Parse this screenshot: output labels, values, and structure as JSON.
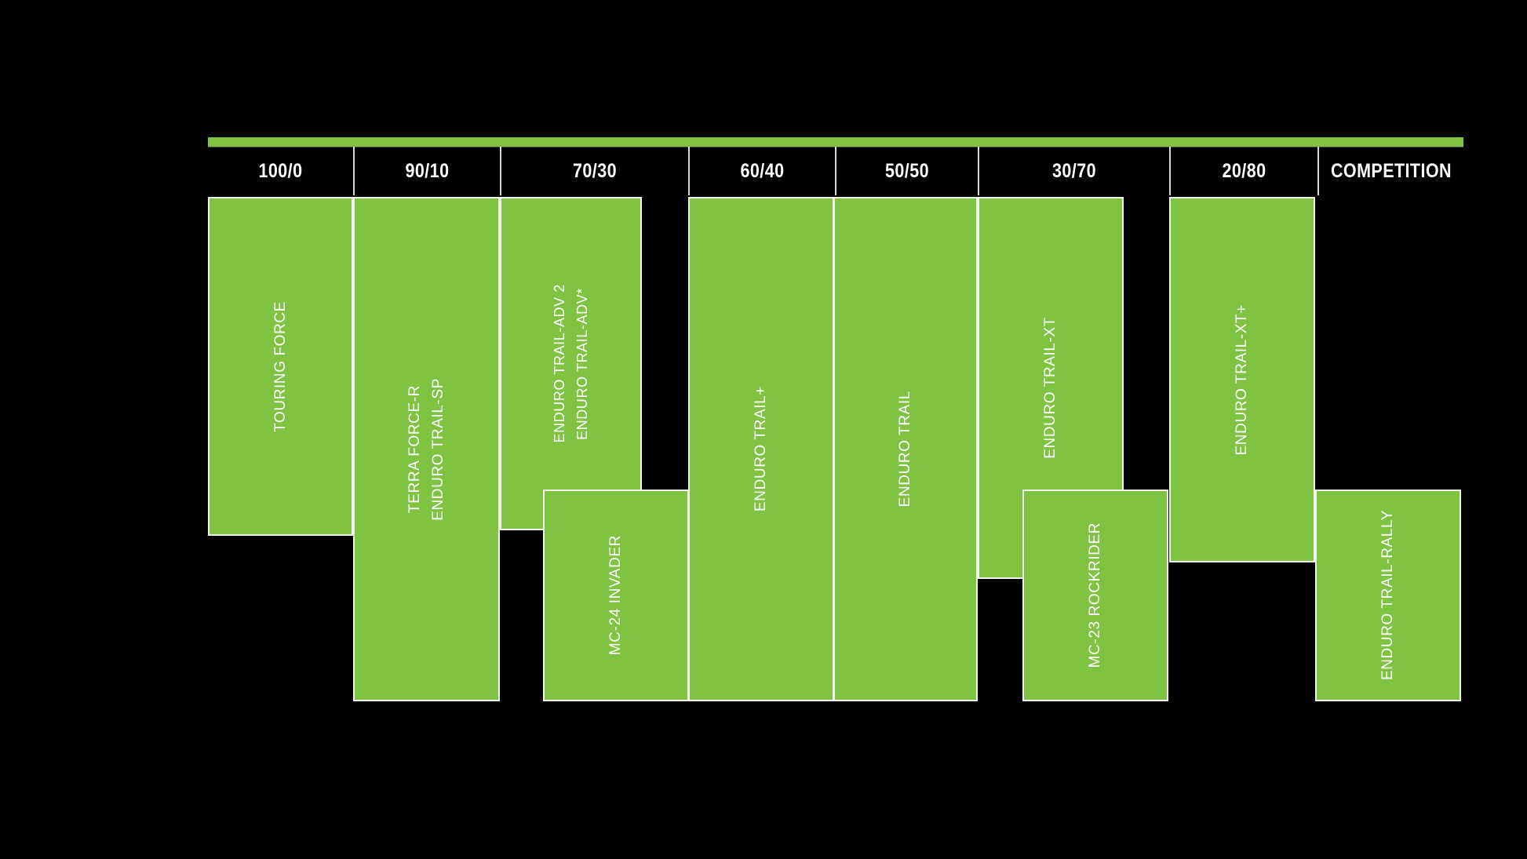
{
  "chart_data": {
    "type": "bar",
    "title": "",
    "xlabel": "",
    "ylabel": "",
    "grid": false,
    "legend_position": "none",
    "accent_color": "#80c342",
    "background_color": "#000000",
    "border_color": "#f4f4ee",
    "header_text_color": "#ffffff",
    "categories": [
      "100/0",
      "90/10",
      "70/30",
      "60/40",
      "50/50",
      "30/70",
      "20/80",
      "COMPETITION"
    ],
    "note": "On/off-road usage ratio columns; each green block is a tyre model, block height indicates coverage span",
    "columns": [
      {
        "header": "100/0",
        "blocks": [
          {
            "labels": [
              "TOURING FORCE"
            ],
            "span_start": 0.0,
            "span_end": 0.68
          }
        ]
      },
      {
        "header": "90/10",
        "blocks": [
          {
            "labels": [
              "TERRA FORCE-R",
              "ENDURO TRAIL-SP"
            ],
            "span_start": 0.0,
            "span_end": 1.0
          }
        ]
      },
      {
        "header": "70/30",
        "blocks": [
          {
            "labels": [
              "ENDURO TRAIL-ADV 2",
              "ENDURO TRAIL-ADV*"
            ],
            "span_start": 0.0,
            "span_end": 0.67
          },
          {
            "labels": [
              "MC-24 INVADER"
            ],
            "span_start": 0.58,
            "span_end": 1.0
          }
        ]
      },
      {
        "header": "60/40",
        "blocks": [
          {
            "labels": [
              "ENDURO TRAIL+"
            ],
            "span_start": 0.0,
            "span_end": 1.0
          }
        ]
      },
      {
        "header": "50/50",
        "blocks": [
          {
            "labels": [
              "ENDURO TRAIL"
            ],
            "span_start": 0.0,
            "span_end": 1.0
          }
        ]
      },
      {
        "header": "30/70",
        "blocks": [
          {
            "labels": [
              "ENDURO TRAIL-XT"
            ],
            "span_start": 0.0,
            "span_end": 0.76
          },
          {
            "labels": [
              "MC-23 ROCKRIDER"
            ],
            "span_start": 0.58,
            "span_end": 1.0
          }
        ]
      },
      {
        "header": "20/80",
        "blocks": [
          {
            "labels": [
              "ENDURO TRAIL-XT+"
            ],
            "span_start": 0.0,
            "span_end": 0.73
          }
        ]
      },
      {
        "header": "COMPETITION",
        "blocks": [
          {
            "labels": [
              "ENDURO TRAIL-RALLY"
            ],
            "span_start": 0.58,
            "span_end": 1.0
          }
        ]
      }
    ],
    "labels_flat": [
      "TOURING FORCE",
      "TERRA FORCE-R",
      "ENDURO TRAIL-SP",
      "ENDURO TRAIL-ADV 2",
      "ENDURO TRAIL-ADV*",
      "MC-24 INVADER",
      "ENDURO TRAIL+",
      "ENDURO TRAIL",
      "ENDURO TRAIL-XT",
      "MC-23 ROCKRIDER",
      "ENDURO TRAIL-XT+",
      "ENDURO TRAIL-RALLY"
    ]
  },
  "header": {
    "cells": [
      {
        "label": "100/0"
      },
      {
        "label": "90/10"
      },
      {
        "label": "70/30"
      },
      {
        "label": "60/40"
      },
      {
        "label": "50/50"
      },
      {
        "label": "30/70"
      },
      {
        "label": "20/80"
      },
      {
        "label": "COMPETITION"
      }
    ]
  },
  "bars": [
    {
      "name": "touring-force",
      "label1": "TOURING FORCE"
    },
    {
      "name": "terra-force-r",
      "label1": "TERRA FORCE-R",
      "label2": "ENDURO TRAIL-SP"
    },
    {
      "name": "enduro-trail-adv",
      "label1": "ENDURO TRAIL-ADV 2",
      "label2": "ENDURO TRAIL-ADV*"
    },
    {
      "name": "mc-24-invader",
      "label1": "MC-24 INVADER"
    },
    {
      "name": "enduro-trail-plus",
      "label1": "ENDURO TRAIL+"
    },
    {
      "name": "enduro-trail",
      "label1": "ENDURO TRAIL"
    },
    {
      "name": "enduro-trail-xt",
      "label1": "ENDURO TRAIL-XT"
    },
    {
      "name": "mc-23-rockrider",
      "label1": "MC-23 ROCKRIDER"
    },
    {
      "name": "enduro-trail-xt-plus",
      "label1": "ENDURO TRAIL-XT+"
    },
    {
      "name": "enduro-trail-rally",
      "label1": "ENDURO TRAIL-RALLY"
    }
  ]
}
